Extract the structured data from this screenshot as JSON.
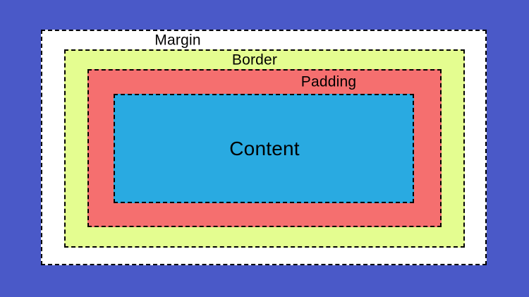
{
  "diagram": {
    "labels": {
      "margin": "Margin",
      "border": "Border",
      "padding": "Padding",
      "content": "Content"
    },
    "colors": {
      "background": "#4a59c8",
      "margin": "#ffffff",
      "border": "#e4fd90",
      "padding": "#f56f6f",
      "content": "#29aae1",
      "outline": "#000000",
      "text": "#000000"
    }
  }
}
